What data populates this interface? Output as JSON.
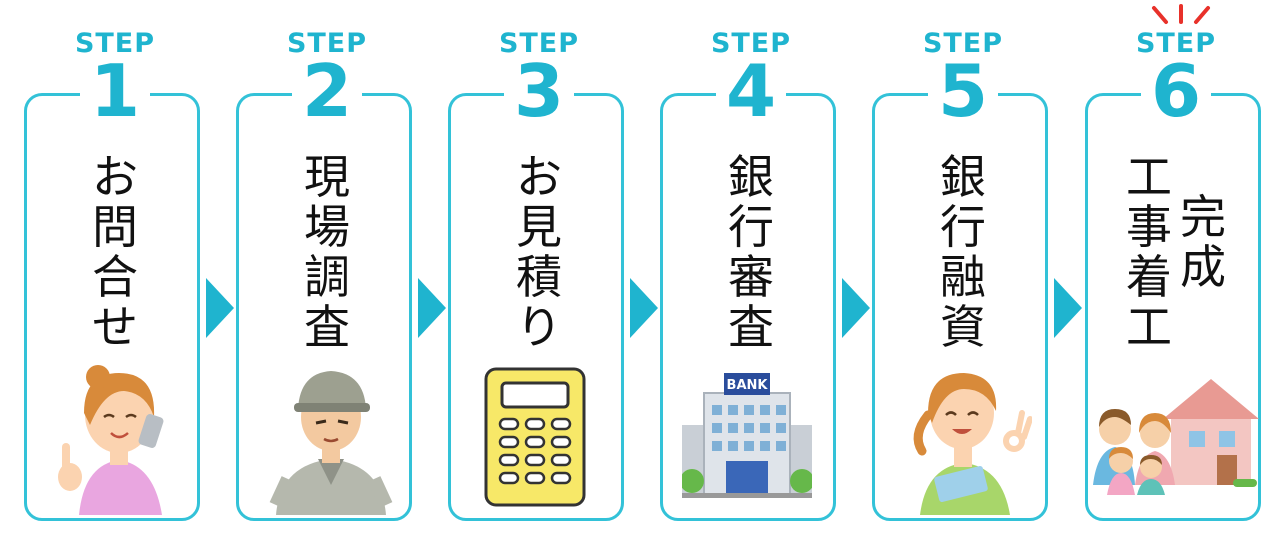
{
  "colors": {
    "accent": "#1fb4cf",
    "border": "#33c2d8",
    "burst": "#e8312a"
  },
  "steps": [
    {
      "label": "STEP",
      "number": "1",
      "title": [
        "お",
        "問",
        "合",
        "せ"
      ],
      "icon": "woman-phone-icon"
    },
    {
      "label": "STEP",
      "number": "2",
      "title": [
        "現",
        "場",
        "調",
        "査"
      ],
      "icon": "worker-icon"
    },
    {
      "label": "STEP",
      "number": "3",
      "title": [
        "お",
        "見",
        "積",
        "り"
      ],
      "icon": "calculator-icon"
    },
    {
      "label": "STEP",
      "number": "4",
      "title": [
        "銀",
        "行",
        "審",
        "査"
      ],
      "icon": "bank-building-icon"
    },
    {
      "label": "STEP",
      "number": "5",
      "title": [
        "銀",
        "行",
        "融",
        "資"
      ],
      "icon": "woman-ok-icon"
    },
    {
      "label": "STEP",
      "number": "6",
      "title_right": [
        "完",
        "成"
      ],
      "title_left": [
        "工",
        "事",
        "着",
        "工"
      ],
      "icon": "family-house-icon"
    }
  ],
  "bank_sign": "BANK"
}
